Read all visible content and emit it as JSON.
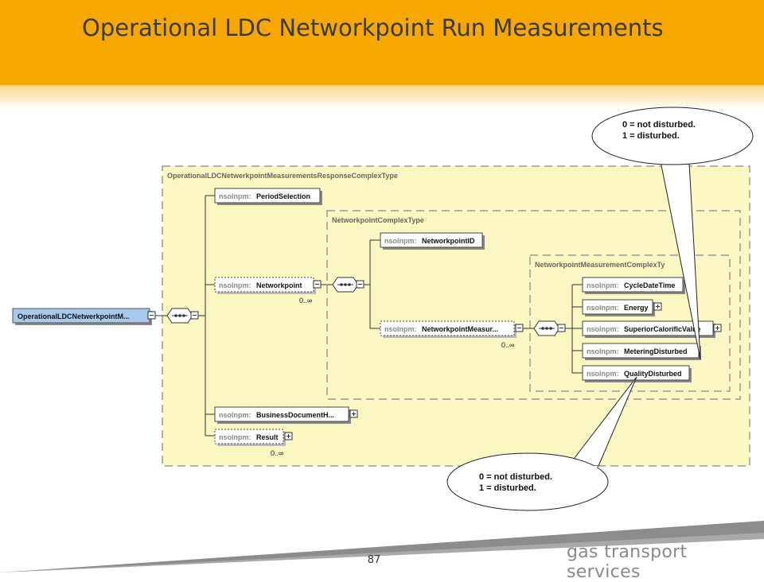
{
  "slide": {
    "title": "Operational LDC Networkpoint Run Measurements",
    "page_number": "87",
    "brand": "gas transport services"
  },
  "colors": {
    "header": "#f6a800",
    "type_fill": "#fbf7c3",
    "element_fill": "#ffffff",
    "root_fill": "#a8c8ee"
  },
  "diagram": {
    "root": {
      "label": "OperationalLDCNetwerkpointM..."
    },
    "response_type": {
      "label": "OperationalLDCNetwerkpointMeasurementsResponseComplexType",
      "period_selection": {
        "prefix": "nsolnpm:",
        "name": "PeriodSelection"
      },
      "networkpoint": {
        "prefix": "nsolnpm:",
        "name": "Networkpoint",
        "multiplicity": "0..∞"
      },
      "business_document": {
        "prefix": "nsolnpm:",
        "name": "BusinessDocumentH..."
      },
      "result": {
        "prefix": "nsolnpm:",
        "name": "Result",
        "multiplicity": "0..∞"
      }
    },
    "networkpoint_type": {
      "label": "NetworkpointComplexType",
      "networkpoint_id": {
        "prefix": "nsolnpm:",
        "name": "NetworkpointID"
      },
      "networkpoint_measurement": {
        "prefix": "nsolnpm:",
        "name": "NetworkpointMeasur...",
        "multiplicity": "0..∞"
      }
    },
    "measurement_type": {
      "label": "NetworkpointMeasurementComplexTy",
      "cycle_date_time": {
        "prefix": "nsolnpm:",
        "name": "CycleDateTime"
      },
      "energy": {
        "prefix": "nsolnpm:",
        "name": "Energy"
      },
      "superior_calorific_value": {
        "prefix": "nsolnpm:",
        "name": "SuperiorCalorificValue"
      },
      "metering_disturbed": {
        "prefix": "nsolnpm:",
        "name": "MeteringDisturbed"
      },
      "quality_disturbed": {
        "prefix": "nsolnpm:",
        "name": "QualityDisturbed"
      }
    }
  },
  "callouts": {
    "top": {
      "line1": "0 = not disturbed.",
      "line2": "1 = disturbed."
    },
    "bottom": {
      "line1": "0 = not disturbed.",
      "line2": "1 = disturbed."
    }
  }
}
